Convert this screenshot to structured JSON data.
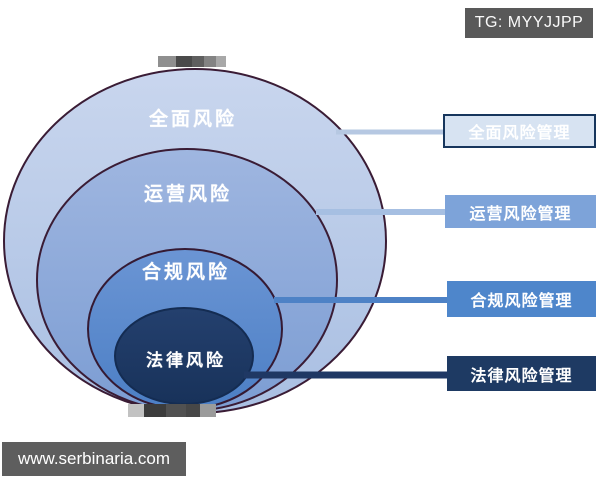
{
  "badge": {
    "label": "TG: MYYJJPP"
  },
  "watermark": {
    "label": "www.serbinaria.com"
  },
  "diagram": {
    "type": "nested-concentric-circles",
    "rings": [
      {
        "label": "全面风险",
        "management_label": "全面风险管理",
        "ring_fill": "#b9c9e8",
        "box_fill": "#d7e3f2",
        "box_border": "#17365d",
        "connector_color": "#b6c8e2"
      },
      {
        "label": "运营风险",
        "management_label": "运营风险管理",
        "ring_fill": "#8caddb",
        "box_fill": "#7da3d9",
        "connector_color": "#a6bfe2"
      },
      {
        "label": "合规风险",
        "management_label": "合规风险管理",
        "ring_fill": "#5c8bce",
        "box_fill": "#4e86cb",
        "connector_color": "#4e82c6"
      },
      {
        "label": "法律风险",
        "management_label": "法律风险管理",
        "ring_fill": "#1e3a64",
        "box_fill": "#1e3a63",
        "connector_color": "#1f3864"
      }
    ]
  }
}
